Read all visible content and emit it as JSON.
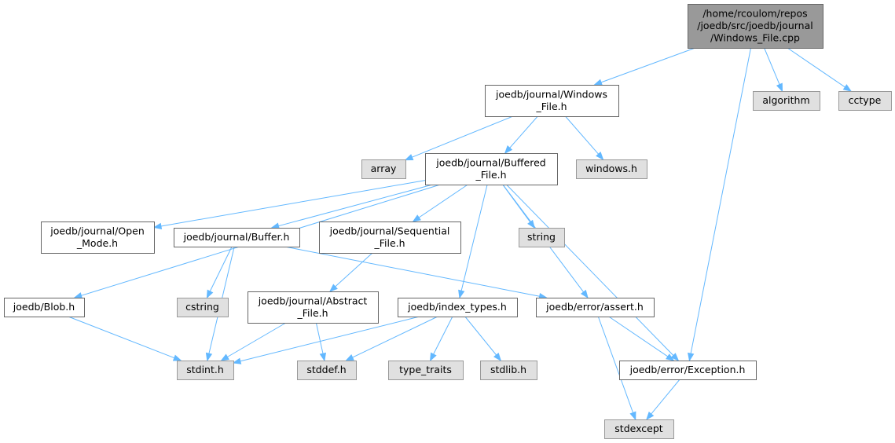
{
  "diagram": {
    "nodes": [
      {
        "id": "root",
        "lines": [
          "/home/rcoulom/repos",
          "/joedb/src/joedb/journal",
          "/Windows_File.cpp"
        ],
        "kind": "root"
      },
      {
        "id": "windows_file_h",
        "lines": [
          "joedb/journal/Windows",
          "_File.h"
        ],
        "kind": "file"
      },
      {
        "id": "algorithm",
        "lines": [
          "algorithm"
        ],
        "kind": "sys"
      },
      {
        "id": "cctype",
        "lines": [
          "cctype"
        ],
        "kind": "sys"
      },
      {
        "id": "array",
        "lines": [
          "array"
        ],
        "kind": "sys"
      },
      {
        "id": "buffered_file_h",
        "lines": [
          "joedb/journal/Buffered",
          "_File.h"
        ],
        "kind": "file"
      },
      {
        "id": "windows_h",
        "lines": [
          "windows.h"
        ],
        "kind": "sys"
      },
      {
        "id": "open_mode_h",
        "lines": [
          "joedb/journal/Open",
          "_Mode.h"
        ],
        "kind": "file"
      },
      {
        "id": "buffer_h",
        "lines": [
          "joedb/journal/Buffer.h"
        ],
        "kind": "file"
      },
      {
        "id": "sequential_file_h",
        "lines": [
          "joedb/journal/Sequential",
          "_File.h"
        ],
        "kind": "file"
      },
      {
        "id": "string",
        "lines": [
          "string"
        ],
        "kind": "sys"
      },
      {
        "id": "blob_h",
        "lines": [
          "joedb/Blob.h"
        ],
        "kind": "file"
      },
      {
        "id": "cstring",
        "lines": [
          "cstring"
        ],
        "kind": "sys"
      },
      {
        "id": "abstract_file_h",
        "lines": [
          "joedb/journal/Abstract",
          "_File.h"
        ],
        "kind": "file"
      },
      {
        "id": "index_types_h",
        "lines": [
          "joedb/index_types.h"
        ],
        "kind": "file"
      },
      {
        "id": "assert_h",
        "lines": [
          "joedb/error/assert.h"
        ],
        "kind": "file"
      },
      {
        "id": "stdint_h",
        "lines": [
          "stdint.h"
        ],
        "kind": "sys"
      },
      {
        "id": "stddef_h",
        "lines": [
          "stddef.h"
        ],
        "kind": "sys"
      },
      {
        "id": "type_traits",
        "lines": [
          "type_traits"
        ],
        "kind": "sys"
      },
      {
        "id": "stdlib_h",
        "lines": [
          "stdlib.h"
        ],
        "kind": "sys"
      },
      {
        "id": "exception_h",
        "lines": [
          "joedb/error/Exception.h"
        ],
        "kind": "file"
      },
      {
        "id": "stdexcept",
        "lines": [
          "stdexcept"
        ],
        "kind": "sys"
      }
    ],
    "edges": [
      {
        "from": "root",
        "to": "windows_file_h"
      },
      {
        "from": "root",
        "to": "algorithm"
      },
      {
        "from": "root",
        "to": "cctype"
      },
      {
        "from": "root",
        "to": "exception_h"
      },
      {
        "from": "windows_file_h",
        "to": "array"
      },
      {
        "from": "windows_file_h",
        "to": "buffered_file_h"
      },
      {
        "from": "windows_file_h",
        "to": "windows_h"
      },
      {
        "from": "buffered_file_h",
        "to": "open_mode_h"
      },
      {
        "from": "buffered_file_h",
        "to": "buffer_h"
      },
      {
        "from": "buffered_file_h",
        "to": "sequential_file_h"
      },
      {
        "from": "buffered_file_h",
        "to": "string"
      },
      {
        "from": "buffered_file_h",
        "to": "blob_h"
      },
      {
        "from": "buffered_file_h",
        "to": "index_types_h"
      },
      {
        "from": "buffered_file_h",
        "to": "assert_h"
      },
      {
        "from": "buffered_file_h",
        "to": "exception_h"
      },
      {
        "from": "buffer_h",
        "to": "cstring"
      },
      {
        "from": "buffer_h",
        "to": "stdint_h"
      },
      {
        "from": "buffer_h",
        "to": "assert_h"
      },
      {
        "from": "sequential_file_h",
        "to": "abstract_file_h"
      },
      {
        "from": "blob_h",
        "to": "stdint_h"
      },
      {
        "from": "abstract_file_h",
        "to": "stdint_h"
      },
      {
        "from": "abstract_file_h",
        "to": "stddef_h"
      },
      {
        "from": "index_types_h",
        "to": "stdint_h"
      },
      {
        "from": "index_types_h",
        "to": "stddef_h"
      },
      {
        "from": "index_types_h",
        "to": "type_traits"
      },
      {
        "from": "index_types_h",
        "to": "stdlib_h"
      },
      {
        "from": "assert_h",
        "to": "exception_h"
      },
      {
        "from": "assert_h",
        "to": "stdexcept"
      },
      {
        "from": "exception_h",
        "to": "stdexcept"
      }
    ]
  }
}
